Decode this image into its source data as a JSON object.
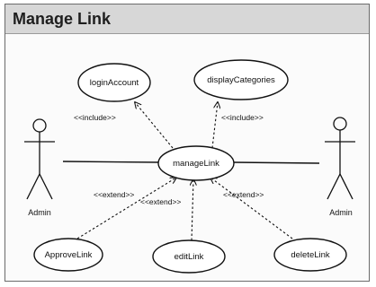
{
  "window": {
    "title": "Manage Link"
  },
  "actors": [
    {
      "id": "actor-left",
      "label": "Admin"
    },
    {
      "id": "actor-right",
      "label": "Admin"
    }
  ],
  "use_cases": {
    "login": "loginAccount",
    "display": "displayCategories",
    "manage": "manageLink",
    "approve": "ApproveLink",
    "edit": "editLink",
    "delete": "deleteLink"
  },
  "relations": {
    "include_login": "<<include>>",
    "include_display": "<<include>>",
    "extend_approve": "<<extend>>",
    "extend_edit": "<<extend>>",
    "extend_delete": "<<extend>>"
  },
  "colors": {
    "line": "#111111",
    "title_bg": "#d7d7d7"
  }
}
